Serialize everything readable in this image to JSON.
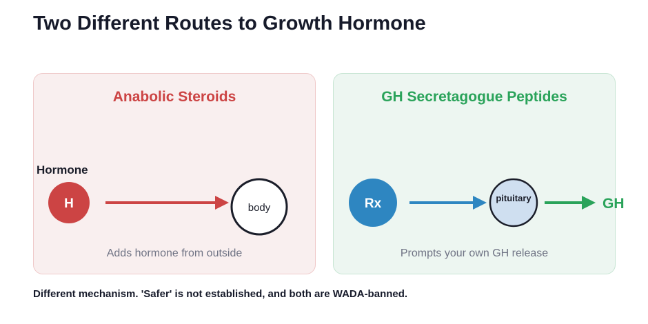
{
  "title": "Two Different Routes to Growth Hormone",
  "left_panel": {
    "heading": "Anabolic Steroids",
    "source_label": "Hormone",
    "source_symbol": "H",
    "target_symbol": "body",
    "caption": "Adds hormone from outside",
    "accent_color": "#cc4444",
    "arrow_color": "#cc4444"
  },
  "right_panel": {
    "heading": "GH Secretagogue Peptides",
    "source_symbol": "Rx",
    "middle_symbol": "pituitary",
    "output_label": "GH",
    "caption": "Prompts your own GH release",
    "accent_color": "#2aa35a",
    "source_color": "#2e86c1",
    "first_arrow_color": "#2e86c1",
    "second_arrow_color": "#2aa35a"
  },
  "footer": "Different mechanism. 'Safer' is not established, and both are WADA-banned."
}
